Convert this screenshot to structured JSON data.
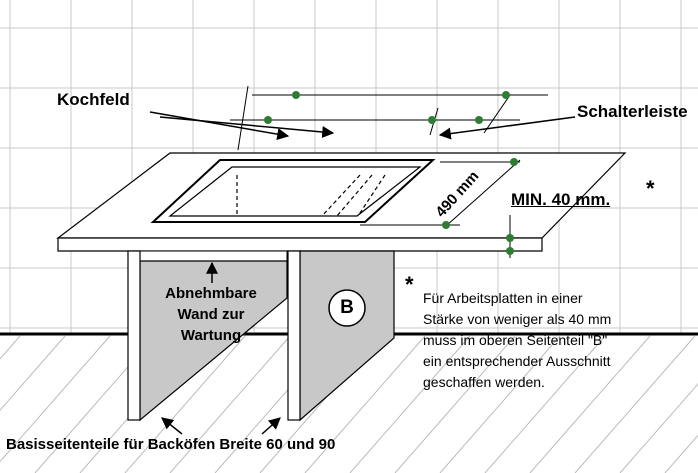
{
  "labels": {
    "kochfeld": "Kochfeld",
    "schalterleiste": "Schalterleiste",
    "dimension": "490 mm",
    "min_thickness": "MIN. 40 mm.",
    "asterisk": "*",
    "removable_wall": "Abnehmbare Wand zur Wartung",
    "b_marker": "B",
    "note": "Für Arbeitsplatten in einer\nStärke von weniger als 40 mm\nmuss im oberen Seitenteil \"B\"\nein entsprechender Ausschnitt\ngeschaffen werden.",
    "base_panels": "Basisseitenteile für Backöfen Breite 60 und 90"
  },
  "colors": {
    "grid": "#c8c8c8",
    "outline": "#000000",
    "panel_fill": "#c8c8c8",
    "marker_dot": "#2e7d32",
    "background": "#ffffff"
  }
}
